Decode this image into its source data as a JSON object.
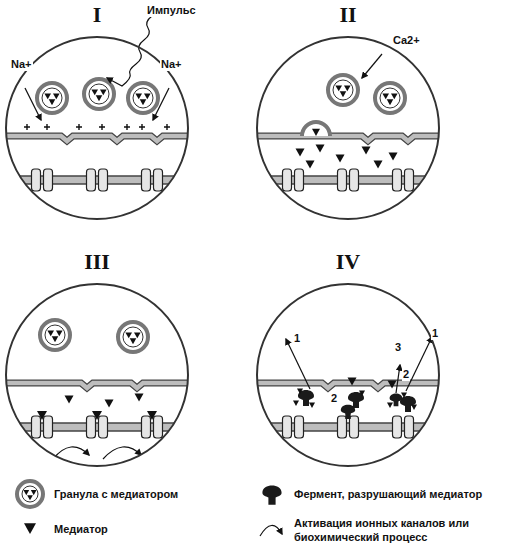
{
  "diagram": {
    "nodes": [
      {
        "text": [
          "I"
        ]
      },
      {
        "text": [
          "II"
        ]
      },
      {
        "text": [
          "III"
        ]
      },
      {
        "text": [
          "IV"
        ]
      }
    ],
    "labels": [
      "Импульс",
      "Na+",
      "Na+",
      "Ca2+",
      "1",
      "1",
      "3",
      "2",
      "2"
    ],
    "legend": [
      {
        "text": "Гранула с медиатором"
      },
      {
        "text": "Фермент, разрушающий медиатор"
      },
      {
        "text": "Медиатор"
      },
      {
        "text": "Активация ионных каналов или биохимический процесс"
      }
    ]
  }
}
